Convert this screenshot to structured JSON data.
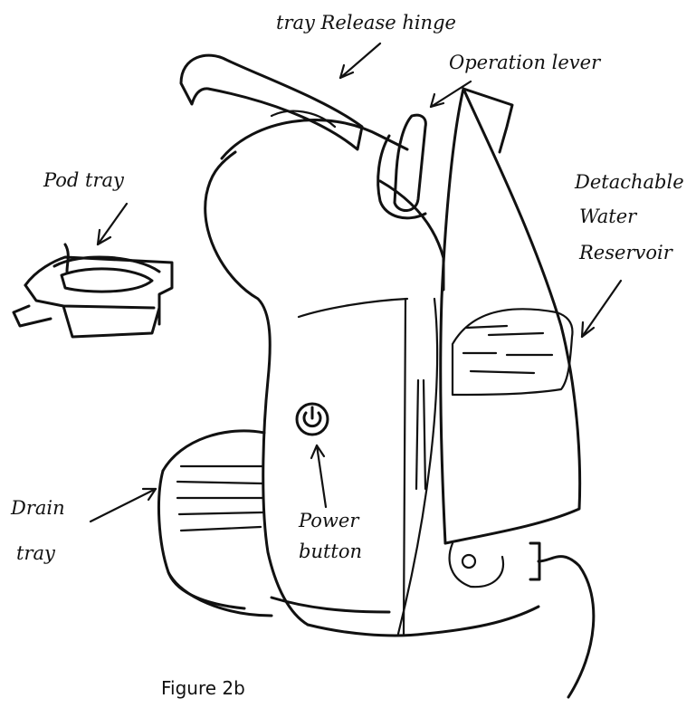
{
  "labels": {
    "tray_release_hinge": "tray Release hinge",
    "operation_lever": "Operation lever",
    "pod_tray": "Pod tray",
    "detachable_water_reservoir": [
      "Detachable",
      "Water",
      "Reservoir"
    ],
    "drain_tray": [
      "Drain",
      "tray"
    ],
    "power_button": [
      "Power",
      "button"
    ]
  },
  "caption": "Figure 2b",
  "icons": {
    "power_symbol": "power-icon"
  }
}
